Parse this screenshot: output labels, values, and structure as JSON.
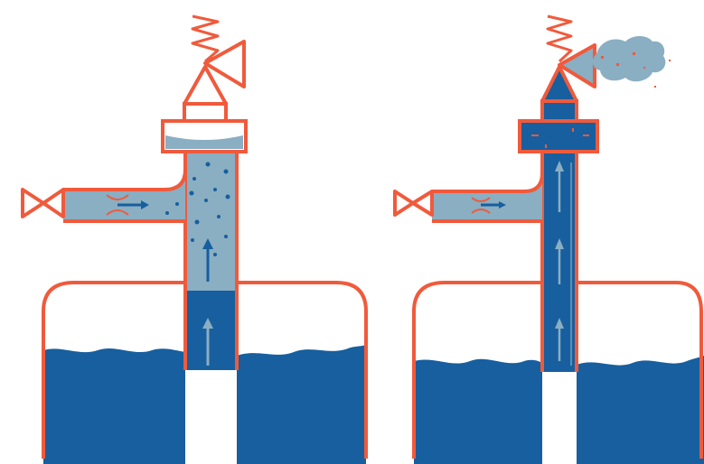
{
  "colors": {
    "outline": "#f05a3c",
    "water": "#175f9e",
    "light_fluid": "#8aaec2",
    "arrow_light": "#8aaec2",
    "arrow_dark": "#175f9e",
    "steam": "#8aaec2",
    "background": "#ffffff"
  },
  "panels": [
    {
      "id": "left",
      "state": "closed",
      "riser_fill": "partial",
      "flow_arrows": 2,
      "bubbles": true
    },
    {
      "id": "right",
      "state": "open",
      "riser_fill": "full",
      "flow_arrows": 3,
      "steam_discharge": true
    }
  ],
  "icons": [
    "valve-icon",
    "spring-icon",
    "flow-arrow-icon",
    "steam-cloud-icon"
  ]
}
